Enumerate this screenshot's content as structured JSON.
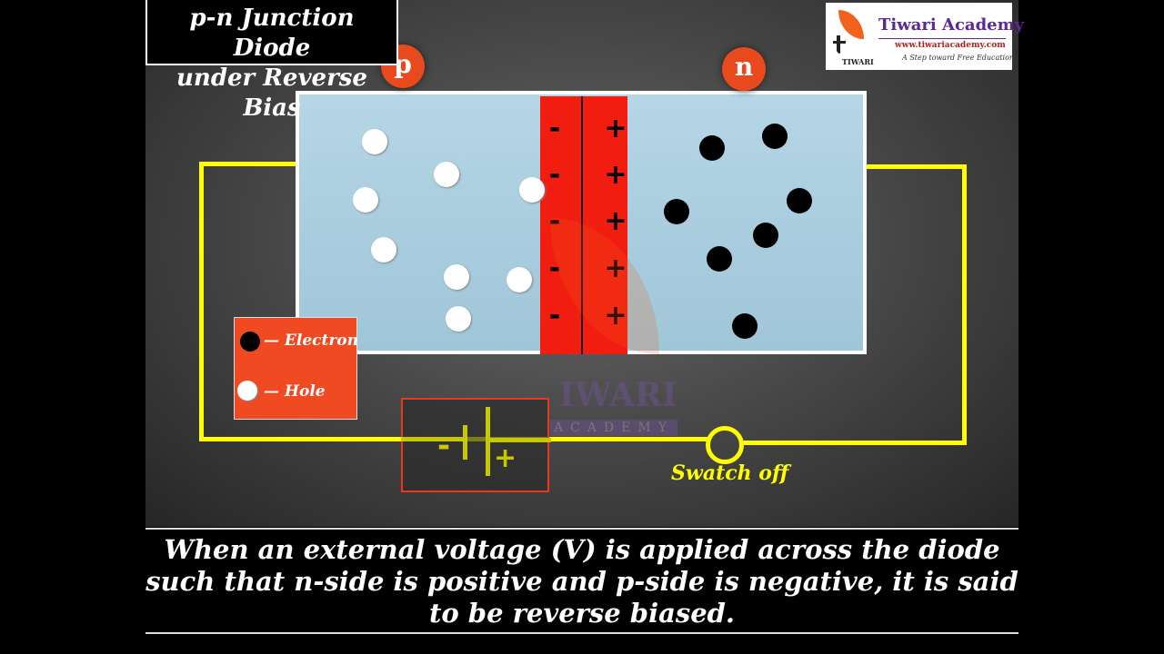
{
  "title": {
    "line1": "p-n Junction Diode",
    "line2": "under Reverse Bias"
  },
  "logo": {
    "name": "Tiwari Academy",
    "url": "www.tiwariacademy.com",
    "tagline": "A Step toward Free Education",
    "mark": "TIWARI"
  },
  "terminals": {
    "p": "p",
    "n": "n"
  },
  "depletion": {
    "negative": "-",
    "positive": "+"
  },
  "legend": {
    "electron": "— Electron",
    "hole": "— Hole"
  },
  "battery": {
    "neg": "-",
    "pos": "+"
  },
  "switch_label": "Swatch off",
  "watermark": {
    "name": "IWARI",
    "sub": "ACADEMY"
  },
  "caption": "When an external voltage (V) is applied across the diode such that n-side is positive and p-side is negative, it is said to be reverse biased.",
  "colors": {
    "wire": "#ffff00",
    "depletion": "#f01d10",
    "accent": "#e8491d"
  }
}
